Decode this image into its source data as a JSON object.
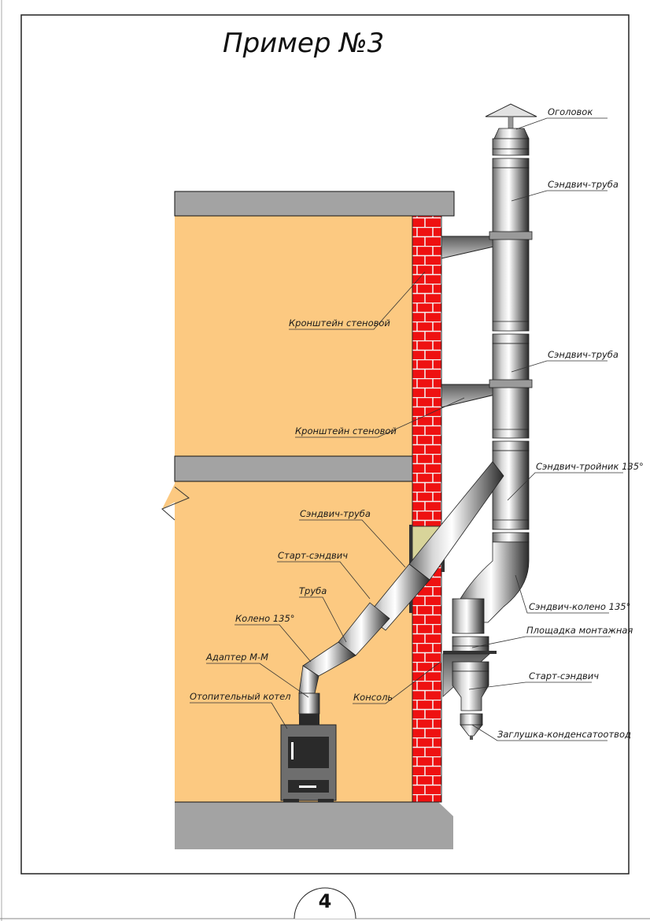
{
  "page": {
    "title": "Пример №3",
    "page_number": "4"
  },
  "colors": {
    "room_fill": "#fcc981",
    "slab_fill": "#a3a3a3",
    "brick_fill": "#ee1111",
    "mortar": "#f4f4f4",
    "insulation": "#d8d49a",
    "boiler_body": "#6e6e6e",
    "boiler_door": "#2a2a2a"
  },
  "labels": {
    "cap": "Оголовок",
    "sandwich_pipe_top": "Сэндвич-труба",
    "wall_bracket_upper": "Кронштейн стеновой",
    "sandwich_pipe_mid": "Сэндвич-труба",
    "wall_bracket_lower": "Кронштейн стеновой",
    "sandwich_tee": "Сэндвич-тройник 135°",
    "sandwich_pipe_diag": "Сэндвич-труба",
    "start_sandwich_diag": "Старт-сэндвич",
    "pipe": "Труба",
    "elbow_135": "Колено 135°",
    "sandwich_elbow": "Сэндвич-колено 135°",
    "mounting_platform": "Площадка монтажная",
    "adapter": "Адаптер М-М",
    "start_sandwich_bottom": "Старт-сэндвич",
    "console": "Консоль",
    "boiler": "Отопительный котел",
    "condensate_cap": "Заглушка-конденсатоотвод"
  }
}
